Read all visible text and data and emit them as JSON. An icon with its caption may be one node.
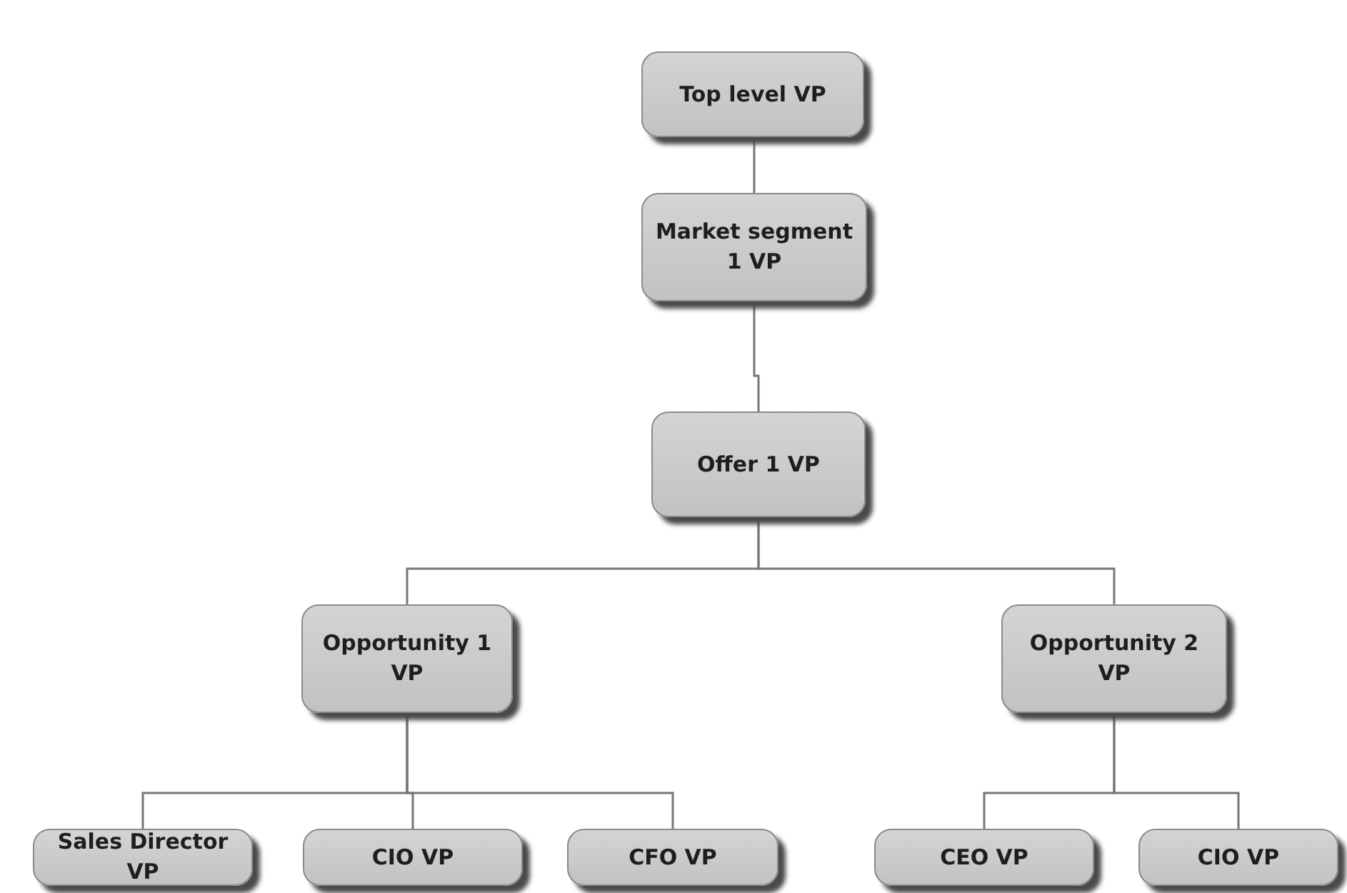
{
  "diagram": {
    "nodes": [
      {
        "text": [
          "Top level VP"
        ]
      },
      {
        "text": [
          "Market segment 1 VP"
        ]
      },
      {
        "text": [
          "Offer 1 VP"
        ]
      },
      {
        "text": [
          "Opportunity 1 VP"
        ]
      },
      {
        "text": [
          "Opportunity 2 VP"
        ]
      },
      {
        "text": [
          "Sales Director VP"
        ]
      },
      {
        "text": [
          "CIO VP"
        ]
      },
      {
        "text": [
          "CFO VP"
        ]
      },
      {
        "text": [
          "CEO VP"
        ]
      },
      {
        "text": [
          "CIO VP"
        ]
      }
    ],
    "edges": [
      {
        "from": 0,
        "to": 1,
        "arrow": "none"
      },
      {
        "from": 1,
        "to": 2,
        "arrow": "none"
      },
      {
        "from": 2,
        "to": 3,
        "arrow": "none"
      },
      {
        "from": 2,
        "to": 4,
        "arrow": "none"
      },
      {
        "from": 3,
        "to": 5,
        "arrow": "none"
      },
      {
        "from": 3,
        "to": 6,
        "arrow": "none"
      },
      {
        "from": 3,
        "to": 7,
        "arrow": "none"
      },
      {
        "from": 4,
        "to": 8,
        "arrow": "none"
      },
      {
        "from": 4,
        "to": 9,
        "arrow": "none"
      }
    ]
  }
}
